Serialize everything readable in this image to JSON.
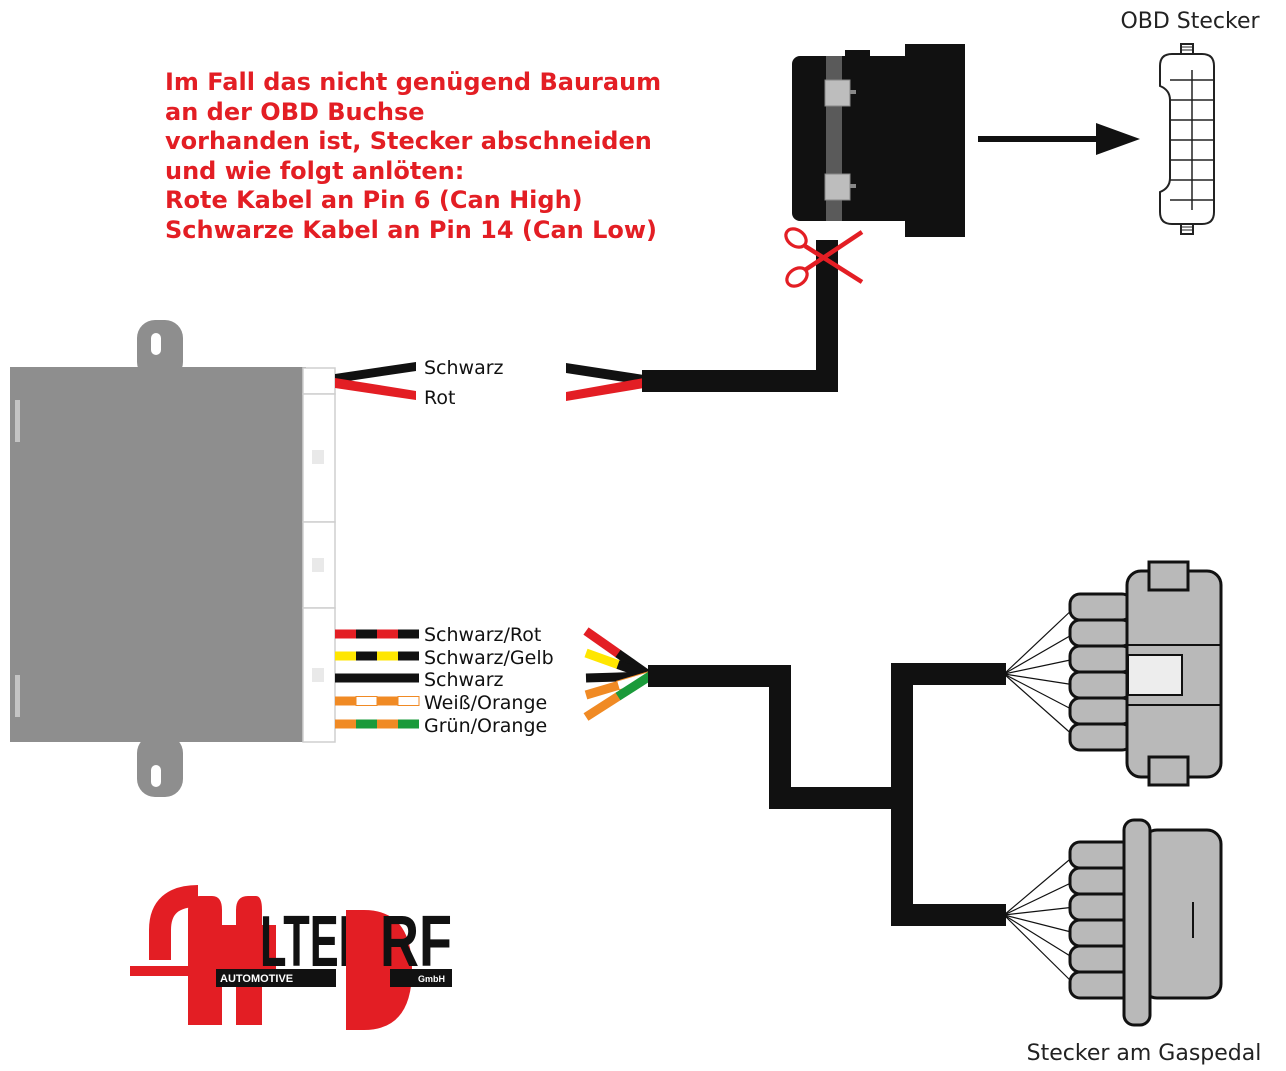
{
  "note": {
    "lines": [
      "Im Fall das nicht genügend Bauraum",
      "an der OBD Buchse",
      "vorhanden ist, Stecker abschneiden",
      "und wie folgt anlöten:",
      "Rote Kabel an Pin 6 (Can High)",
      "Schwarze Kabel an Pin 14 (Can Low)"
    ],
    "color": "#e31e24"
  },
  "labels": {
    "obd_connector": "OBD Stecker",
    "pedal_connector": "Stecker am Gaspedal"
  },
  "obd_wires": [
    {
      "label": "Schwarz",
      "color": "#111111"
    },
    {
      "label": "Rot",
      "color": "#e31e24"
    }
  ],
  "pedal_wires": [
    {
      "label": "Schwarz/Rot",
      "colors": [
        "#e31e24",
        "#111111"
      ]
    },
    {
      "label": "Schwarz/Gelb",
      "colors": [
        "#ffe600",
        "#111111"
      ]
    },
    {
      "label": "Schwarz",
      "colors": [
        "#111111",
        "#111111"
      ]
    },
    {
      "label": "Weiß/Orange",
      "colors": [
        "#f08a24",
        "#ffffff"
      ]
    },
    {
      "label": "Grün/Orange",
      "colors": [
        "#f08a24",
        "#1a9a3a"
      ]
    }
  ],
  "logo": {
    "text_main": "LTEN",
    "text_end": "RF",
    "sub_left": "AUTOMOTIVE",
    "sub_right": "GmbH",
    "red": "#e31e24",
    "black": "#111111"
  }
}
